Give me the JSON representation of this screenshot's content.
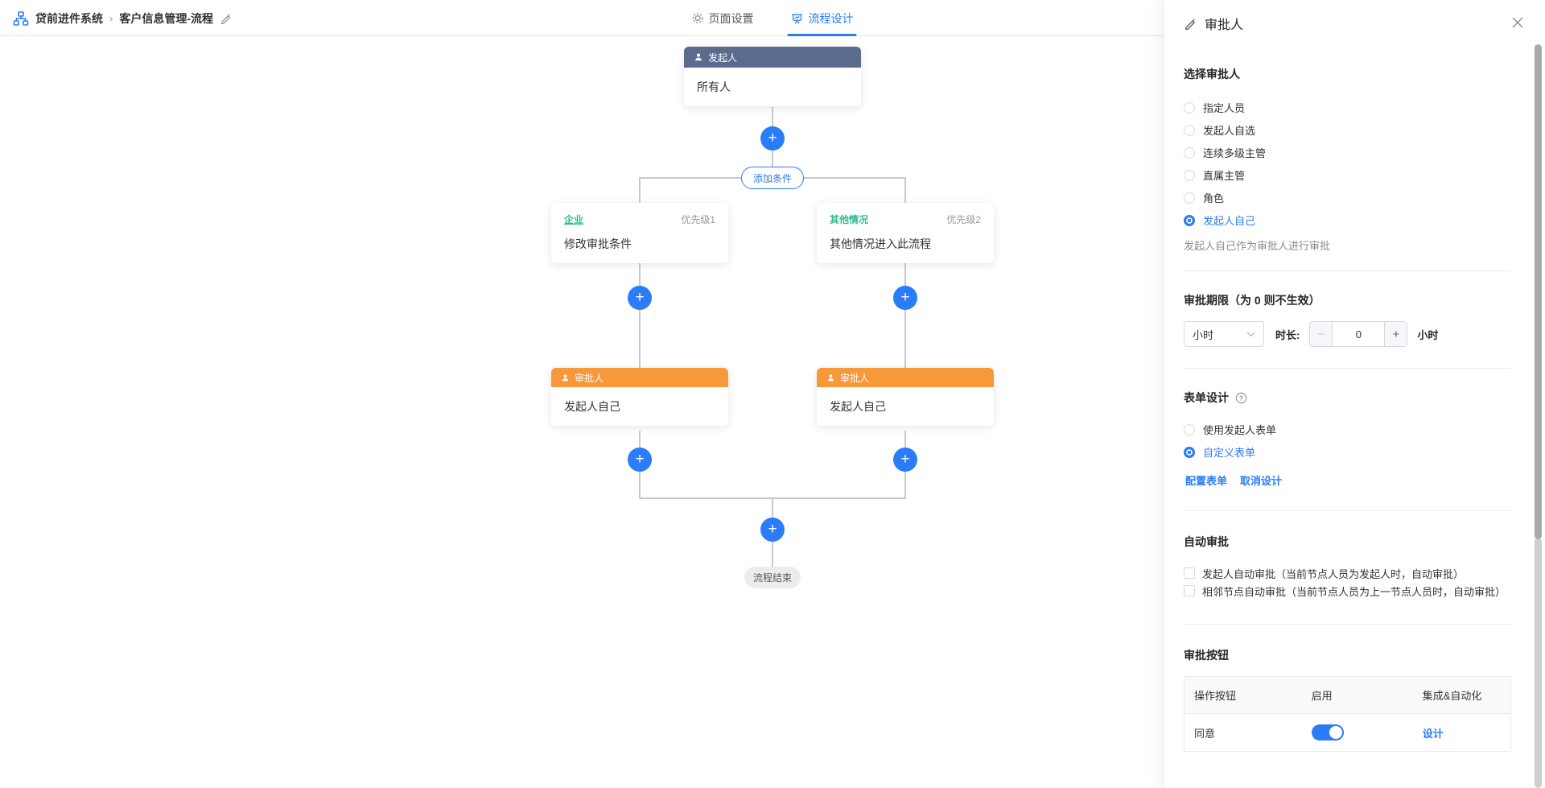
{
  "colors": {
    "accent_blue": "#2b7cf7",
    "start_header": "#5a6b8e",
    "approver_header": "#f7983a",
    "condition_green": "#2bbd8e",
    "connector_grey": "#c9c9c9"
  },
  "header": {
    "breadcrumb": {
      "root": "贷前进件系统",
      "separator": "›",
      "current": "客户信息管理-流程"
    },
    "tabs": [
      {
        "label": "页面设置"
      },
      {
        "label": "流程设计"
      }
    ]
  },
  "flow": {
    "start_node": {
      "title": "发起人",
      "body": "所有人"
    },
    "add_condition_label": "添加条件",
    "branches": [
      {
        "condition": "企业",
        "priority": "优先级1",
        "body": "修改审批条件",
        "approver": {
          "title": "审批人",
          "body": "发起人自己"
        }
      },
      {
        "condition": "其他情况",
        "priority": "优先级2",
        "body": "其他情况进入此流程",
        "approver": {
          "title": "审批人",
          "body": "发起人自己"
        }
      }
    ],
    "end_label": "流程结束"
  },
  "panel": {
    "title": "审批人",
    "approver_select": {
      "title": "选择审批人",
      "options": [
        {
          "label": "指定人员",
          "selected": false
        },
        {
          "label": "发起人自选",
          "selected": false
        },
        {
          "label": "连续多级主管",
          "selected": false
        },
        {
          "label": "直属主管",
          "selected": false
        },
        {
          "label": "角色",
          "selected": false
        },
        {
          "label": "发起人自己",
          "selected": true
        }
      ],
      "description": "发起人自己作为审批人进行审批"
    },
    "deadline": {
      "title": "审批期限（为 0 则不生效）",
      "unit_selected": "小时",
      "duration_label": "时长:",
      "minus": "−",
      "value": "0",
      "plus": "+",
      "unit_suffix": "小时"
    },
    "form_design": {
      "title": "表单设计",
      "options": [
        {
          "label": "使用发起人表单",
          "selected": false
        },
        {
          "label": "自定义表单",
          "selected": true
        }
      ],
      "links": [
        "配置表单",
        "取消设计"
      ]
    },
    "auto_approve": {
      "title": "自动审批",
      "checkboxes": [
        {
          "label": "发起人自动审批（当前节点人员为发起人时，自动审批）",
          "checked": false
        },
        {
          "label": "相邻节点自动审批（当前节点人员为上一节点人员时，自动审批）",
          "checked": false
        }
      ]
    },
    "approve_buttons": {
      "title": "审批按钮",
      "table": {
        "headers": [
          "操作按钮",
          "启用",
          "集成&自动化"
        ],
        "rows": [
          {
            "name": "同意",
            "enabled": true,
            "action": "设计"
          }
        ]
      }
    }
  }
}
